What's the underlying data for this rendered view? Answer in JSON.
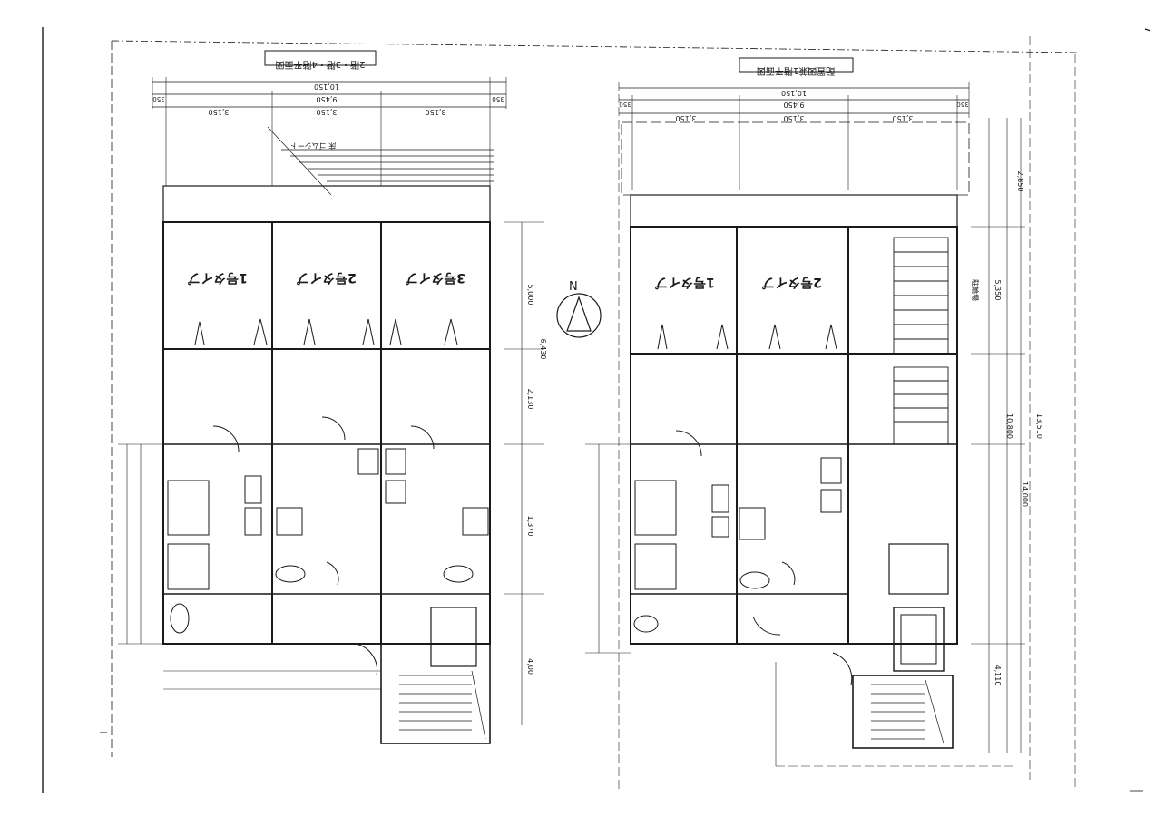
{
  "drawing": {
    "left_plan_title": "2階・3階・4階平面図",
    "right_plan_title": "配置図兼1階平面図",
    "north_label": "N",
    "ink_color": "#1a1a1a",
    "paper_color": "#ffffff"
  },
  "left_plan": {
    "overall_width": "10,150",
    "inner_width": "9,450",
    "edge_dim": "350",
    "bay_dims": [
      "3,150",
      "3,150",
      "3,150"
    ],
    "rooms": [
      "1号タイプ",
      "2号タイプ",
      "3号タイプ"
    ],
    "right_dims": [
      "5,000",
      "6,430",
      "2,130",
      "1,370",
      "4,00"
    ],
    "balcony_note": "床 ゴムシート"
  },
  "right_plan": {
    "overall_width": "10,150",
    "inner_width": "9,450",
    "edge_dim": "350",
    "bay_dims": [
      "3,150",
      "3,150",
      "3,150"
    ],
    "rooms": [
      "1号タイプ",
      "2号タイプ"
    ],
    "right_dims": [
      "2,850",
      "5,350",
      "10,800",
      "14,000",
      "13,510",
      "4,110"
    ],
    "bicycle_label": "駐輪場"
  }
}
